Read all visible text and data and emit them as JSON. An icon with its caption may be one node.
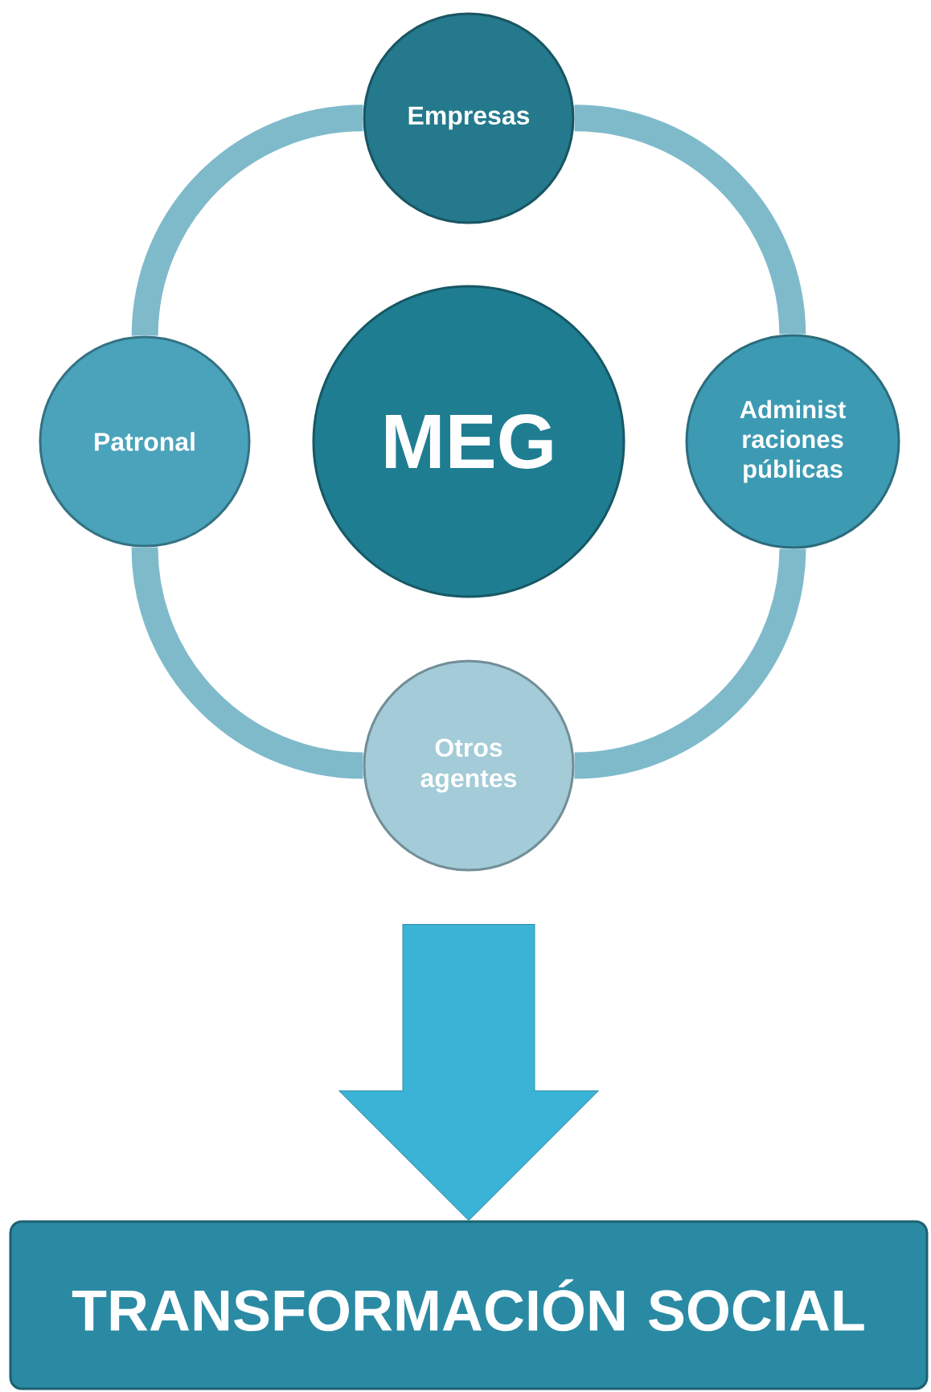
{
  "diagram": {
    "nodes": [
      {
        "text": [
          "MEG"
        ]
      },
      {
        "text": [
          "Empresas"
        ]
      },
      {
        "text": [
          "Administ raciones públicas"
        ]
      },
      {
        "text": [
          "Otros agentes"
        ]
      },
      {
        "text": [
          "Patronal"
        ]
      },
      {
        "text": [
          "TRANSFORMACIÓN SOCIAL"
        ]
      }
    ],
    "edges": [
      {
        "from": 1,
        "to": 2,
        "arrow": "none"
      },
      {
        "from": 2,
        "to": 3,
        "arrow": "none"
      },
      {
        "from": 3,
        "to": 4,
        "arrow": "none"
      },
      {
        "from": 4,
        "to": 1,
        "arrow": "none"
      },
      {
        "from": 3,
        "to": 5,
        "arrow": "to",
        "style": "thick"
      }
    ]
  }
}
